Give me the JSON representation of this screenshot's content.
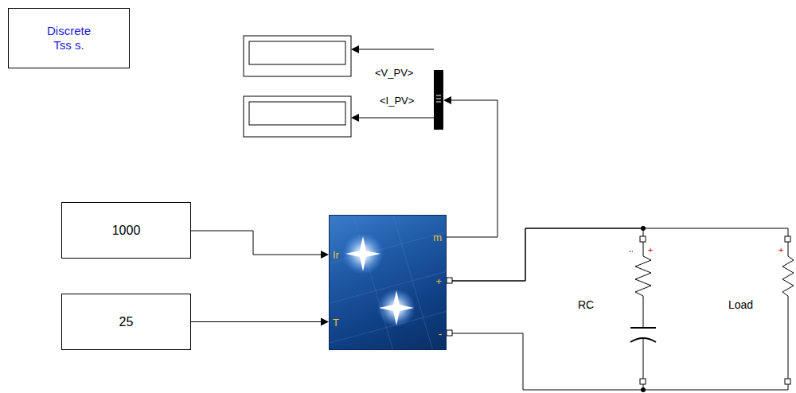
{
  "diagram": {
    "nodes": [
      {
        "text": [
          "Discrete Tss s."
        ]
      },
      {
        "text": [
          "1000"
        ]
      },
      {
        "text": [
          "25"
        ]
      },
      {
        "text": [
          "Ir",
          "T",
          "m",
          "+",
          "-"
        ]
      },
      {
        "text": [
          "RC"
        ]
      },
      {
        "text": [
          "Load"
        ]
      }
    ],
    "edges": [
      {
        "from": 1,
        "to": 3,
        "arrow": "to"
      },
      {
        "from": 2,
        "to": 3,
        "arrow": "to"
      },
      {
        "from": 3,
        "to": 4,
        "arrow": "none"
      },
      {
        "from": 3,
        "to": 5,
        "arrow": "none"
      }
    ],
    "labels": [
      "<V_PV>",
      "<I_PV>",
      "+",
      "+"
    ]
  }
}
